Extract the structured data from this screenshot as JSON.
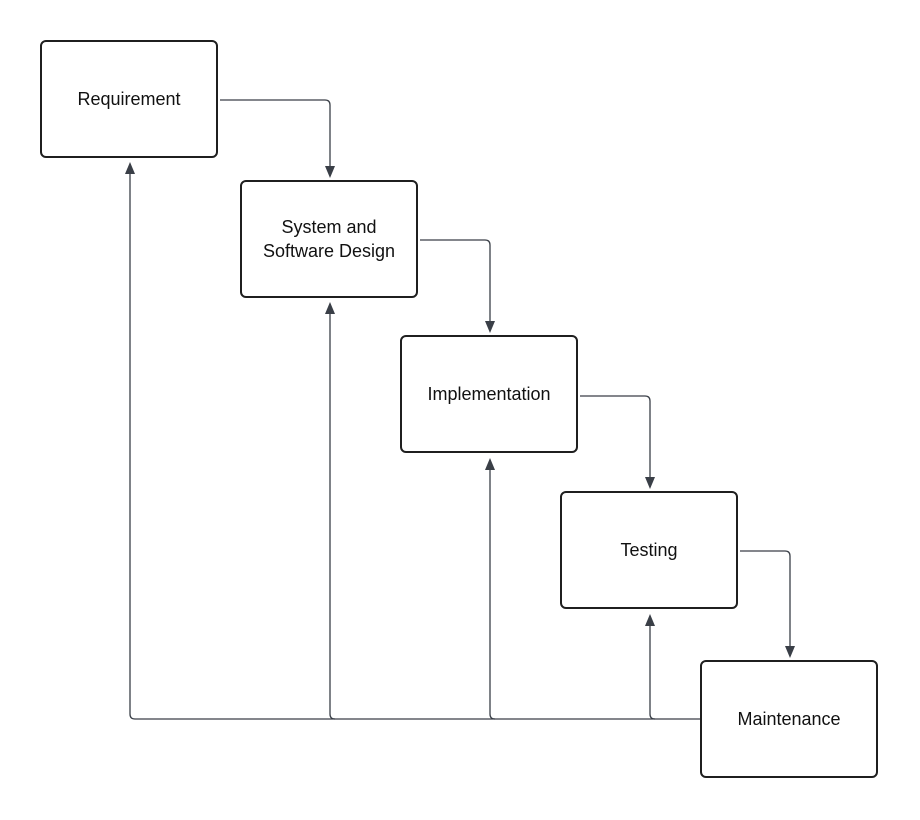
{
  "diagram": {
    "stages": [
      {
        "id": "requirement",
        "label": "Requirement"
      },
      {
        "id": "design",
        "label": "System and\nSoftware Design"
      },
      {
        "id": "implementation",
        "label": "Implementation"
      },
      {
        "id": "testing",
        "label": "Testing"
      },
      {
        "id": "maintenance",
        "label": "Maintenance"
      }
    ],
    "colors": {
      "box_border": "#1f1f1f",
      "connector": "#3a3f47",
      "background": "#ffffff"
    }
  }
}
